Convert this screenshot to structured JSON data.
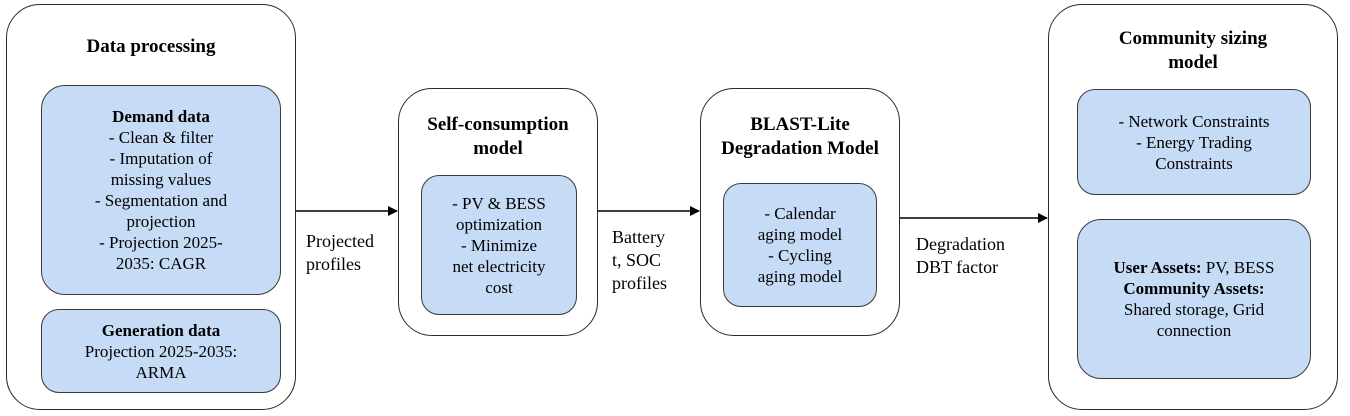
{
  "data_processing": {
    "title": "Data processing",
    "demand": {
      "heading": "Demand data",
      "lines": [
        "- Clean & filter",
        "- Imputation of",
        "missing values",
        "- Segmentation and",
        "projection",
        "- Projection 2025-",
        "2035: CAGR"
      ]
    },
    "generation": {
      "heading": "Generation data",
      "lines": [
        "Projection 2025-2035:",
        "ARMA"
      ]
    }
  },
  "self_consumption": {
    "title": [
      "Self-consumption",
      "model"
    ],
    "lines": [
      "- PV & BESS",
      "optimization",
      "- Minimize",
      "net electricity",
      "cost"
    ]
  },
  "blast_lite": {
    "title": [
      "BLAST-Lite",
      "Degradation Model"
    ],
    "lines": [
      "- Calendar",
      "aging model",
      "- Cycling",
      "aging model"
    ]
  },
  "community_sizing": {
    "title": [
      "Community sizing",
      "model"
    ],
    "constraints": [
      "- Network Constraints",
      "- Energy Trading",
      "Constraints"
    ],
    "assets": {
      "user_label": "User Assets:",
      "user_value": " PV, BESS",
      "community_label": "Community Assets:",
      "community_lines": [
        "Shared storage, Grid",
        "connection"
      ]
    }
  },
  "edges": {
    "e1": [
      "Projected",
      "profiles"
    ],
    "e2": [
      "Battery",
      "t, SOC",
      "profiles"
    ],
    "e3": [
      "Degradation",
      "DBT factor"
    ]
  },
  "colors": {
    "inner_fill": "#c6dbf5",
    "border": "#2b2b2b",
    "arrow": "#000000"
  }
}
